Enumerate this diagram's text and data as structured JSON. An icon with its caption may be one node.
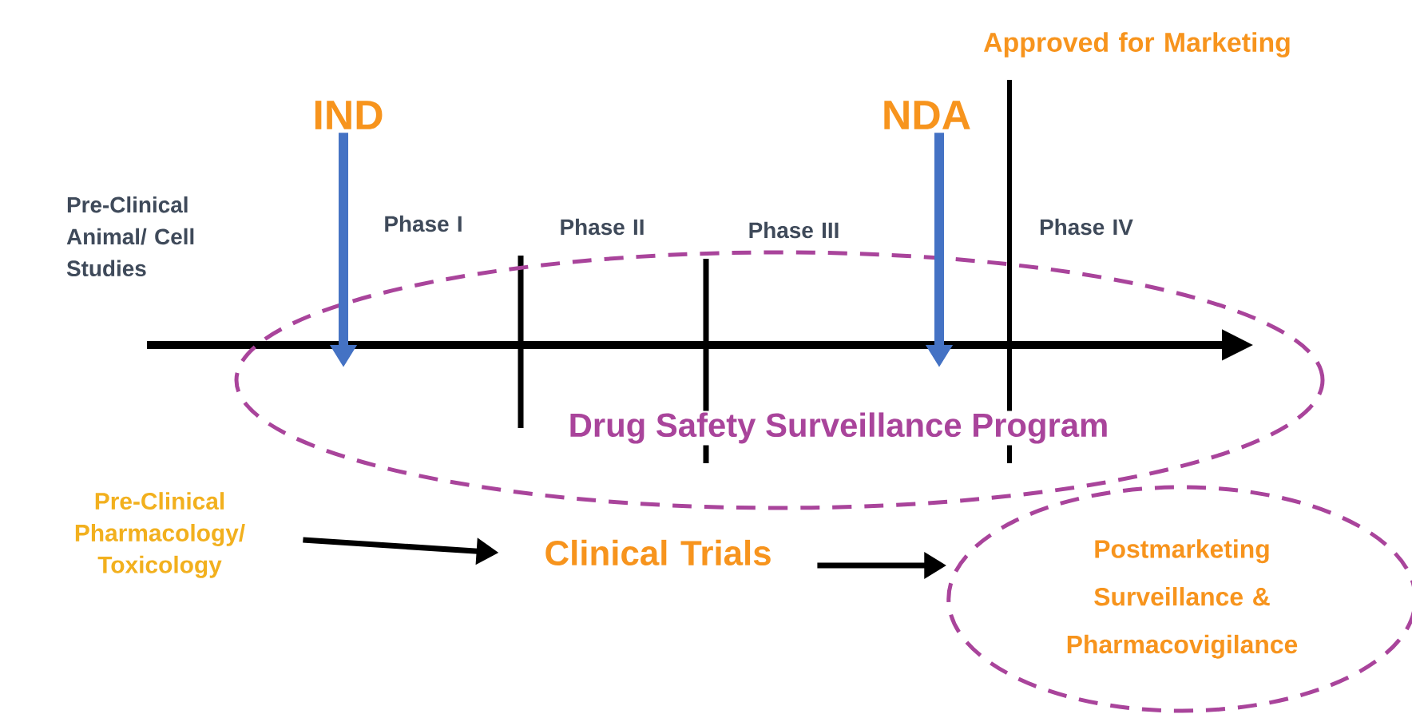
{
  "diagram": {
    "nodes": [
      {
        "text": [
          "IND"
        ]
      },
      {
        "text": [
          "NDA"
        ]
      },
      {
        "text": [
          "Drug Safety Surveillance Program"
        ]
      },
      {
        "text": [
          "Pre-Clinical Pharmacology/ Toxicology"
        ]
      },
      {
        "text": [
          "Clinical Trials"
        ]
      },
      {
        "text": [
          "Postmarketing Surveillance & Pharmacovigilance"
        ]
      }
    ],
    "edges": [
      {
        "from": 0,
        "to": 2,
        "arrow": "to",
        "color": "#4472c4"
      },
      {
        "from": 1,
        "to": 2,
        "arrow": "to",
        "color": "#4472c4"
      },
      {
        "from": 3,
        "to": 4,
        "arrow": "to",
        "color": "#000000"
      },
      {
        "from": 4,
        "to": 5,
        "arrow": "to",
        "color": "#000000"
      }
    ],
    "labels": [
      "Approved for Marketing",
      "Pre-Clinical Animal/ Cell Studies",
      "Phase I",
      "Phase II",
      "Phase III",
      "Phase IV"
    ]
  }
}
